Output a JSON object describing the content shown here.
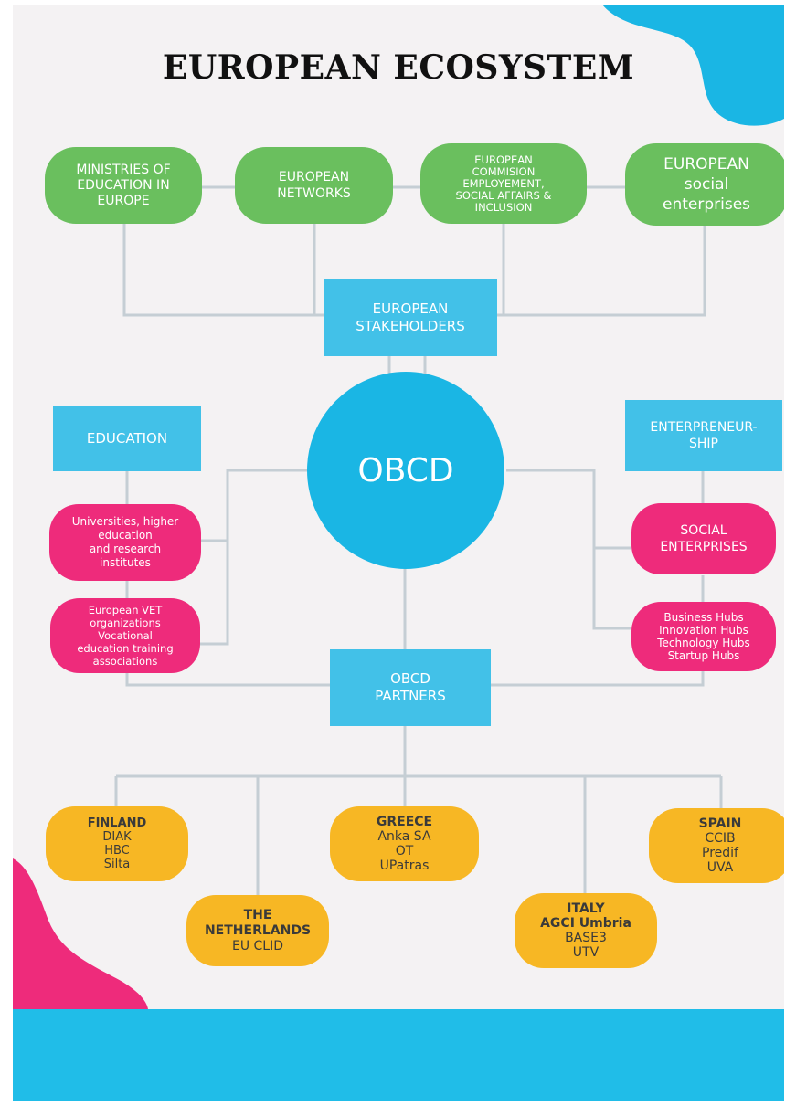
{
  "title": "EUROPEAN ECOSYSTEM",
  "colors": {
    "background": "#f4f2f3",
    "green": "#6abf5e",
    "blue": "#42c1e8",
    "circle": "#1ab6e4",
    "pink": "#ee2b7b",
    "yellow": "#f7b724",
    "connector": "#c5ced4"
  },
  "stakeholder_nodes": [
    "MINISTRIES OF\nEDUCATION IN\nEUROPE",
    "EUROPEAN\nNETWORKS",
    "EUROPEAN\nCOMMISION\nEMPLOYEMENT,\nSOCIAL AFFAIRS &\nINCLUSION",
    "EUROPEAN\nsocial\nenterprises"
  ],
  "european_stakeholders": "EUROPEAN\nSTAKEHOLDERS",
  "center": "OBCD",
  "education": {
    "header": "EDUCATION",
    "items": [
      "Universities, higher\neducation\nand research\ninstitutes",
      "European VET\norganizations\nVocational\neducation training\nassociations"
    ]
  },
  "entrepreneurship": {
    "header": "ENTERPRENEUR-\nSHIP",
    "items": [
      "SOCIAL\nENTERPRISES",
      "Business Hubs\nInnovation Hubs\nTechnology Hubs\nStartup Hubs"
    ]
  },
  "partners_header": "OBCD\nPARTNERS",
  "partners": [
    {
      "country": "FINLAND",
      "members": "DIAK\nHBC\nSilta"
    },
    {
      "country": "THE\nNETHERLANDS",
      "members": "EU CLID"
    },
    {
      "country": "GREECE",
      "members": "Anka SA\nOT\nUPatras"
    },
    {
      "country": "ITALY\nAGCI Umbria",
      "members": "BASE3\nUTV"
    },
    {
      "country": "SPAIN",
      "members": "CCIB\nPredif\nUVA"
    }
  ]
}
